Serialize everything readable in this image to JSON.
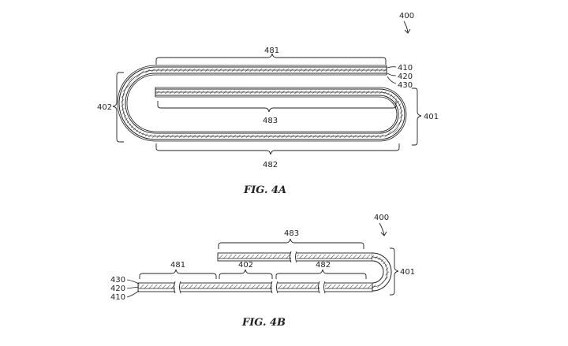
{
  "figure_a": {
    "ref": "400",
    "caption": "FIG. 4A",
    "labels": {
      "l481": "481",
      "l410": "410",
      "l420": "420",
      "l430": "430",
      "l402": "402",
      "l401": "401",
      "l483": "483",
      "l482": "482"
    }
  },
  "figure_b": {
    "ref": "400",
    "caption": "FIG. 4B",
    "labels": {
      "l483": "483",
      "l401": "401",
      "l481": "481",
      "l402": "402",
      "l482": "482",
      "l430": "430",
      "l420": "420",
      "l410": "410"
    }
  }
}
